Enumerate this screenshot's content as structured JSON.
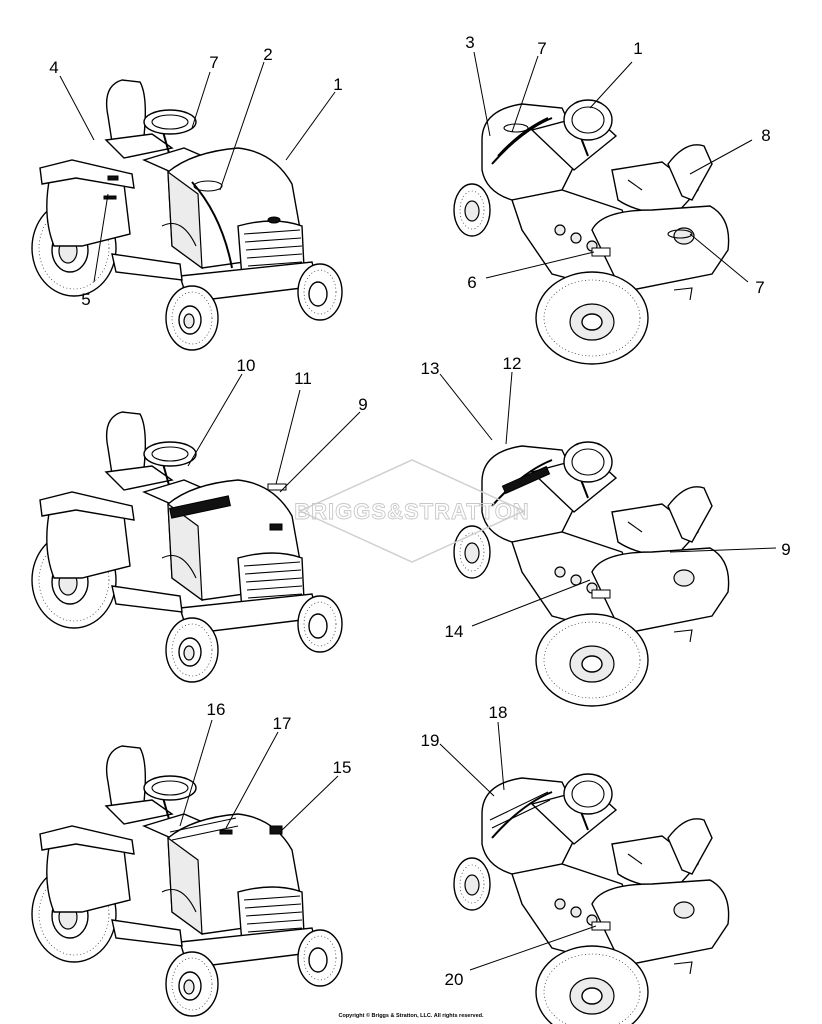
{
  "diagram": {
    "callouts": {
      "c1a": "1",
      "c2": "2",
      "c4": "4",
      "c5": "5",
      "c7a": "7",
      "c3": "3",
      "c7b": "7",
      "c1b": "1",
      "c8": "8",
      "c6": "6",
      "c7c": "7",
      "c10": "10",
      "c11": "11",
      "c9a": "9",
      "c13": "13",
      "c12": "12",
      "c9b": "9",
      "c14": "14",
      "c16": "16",
      "c17": "17",
      "c15": "15",
      "c18": "18",
      "c19": "19",
      "c20": "20"
    },
    "watermark": "BRIGGS&STRATTON",
    "footer": "Copyright © Briggs & Stratton, LLC. All rights reserved."
  }
}
